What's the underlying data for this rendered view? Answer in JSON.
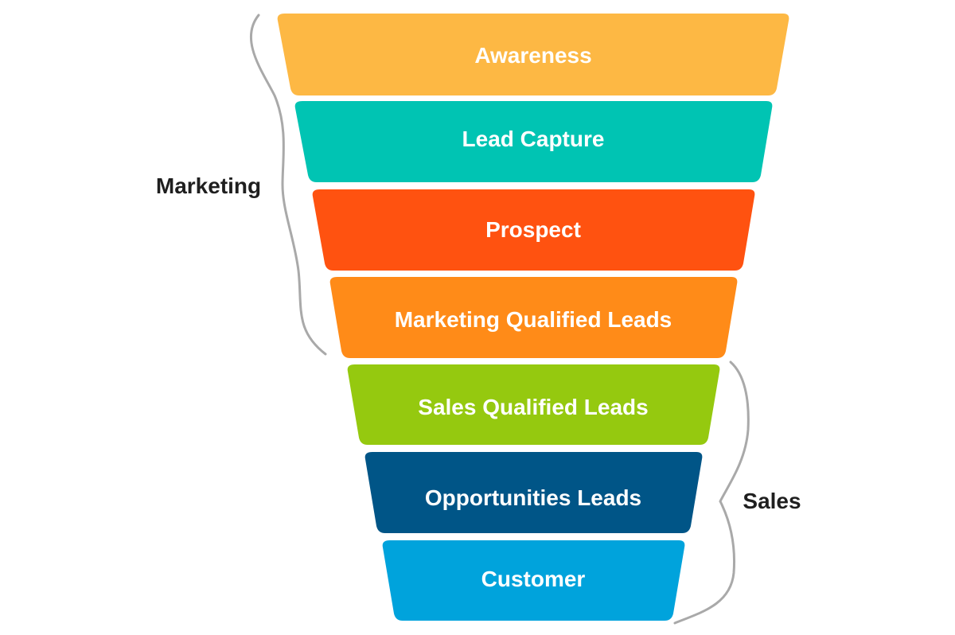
{
  "funnel": {
    "stages": [
      {
        "label": "Awareness",
        "color": "#FDB844"
      },
      {
        "label": "Lead Capture",
        "color": "#00C4B3"
      },
      {
        "label": "Prospect",
        "color": "#FF5210"
      },
      {
        "label": "Marketing Qualified Leads",
        "color": "#FF8B18"
      },
      {
        "label": "Sales Qualified Leads",
        "color": "#95C90F"
      },
      {
        "label": "Opportunities Leads",
        "color": "#005587"
      },
      {
        "label": "Customer",
        "color": "#00A3DC"
      }
    ],
    "groups": [
      {
        "label": "Marketing"
      },
      {
        "label": "Sales"
      }
    ],
    "brace_color": "#A9A9A9"
  }
}
